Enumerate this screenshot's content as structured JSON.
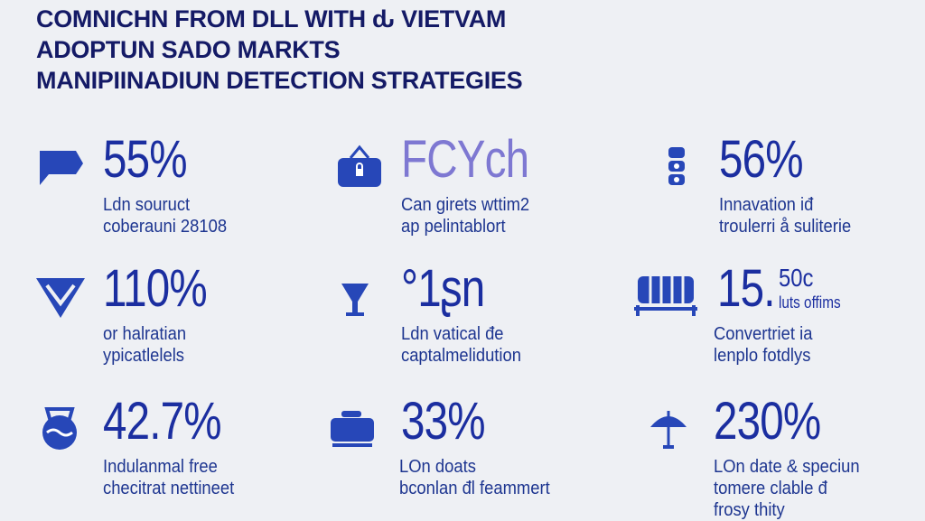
{
  "title": {
    "lines": [
      "COMNICHN FROM DLL WITH ԃ VIETVAM",
      "ADOPTUN SADO MARKTS",
      "MANIPIINADIUN DETECTION STRATEGIES"
    ]
  },
  "stats": [
    {
      "icon": "flag-icon",
      "value": "55%",
      "caption": [
        "Ldn souruct",
        "coberauni 28108"
      ]
    },
    {
      "icon": "lock-bag-icon",
      "value": "FCYch",
      "caption": [
        "Can girets wttim2",
        "ap pelintablort"
      ]
    },
    {
      "icon": "server-icon",
      "value": "56%",
      "caption": [
        "Innavation iđ",
        "troulerri å suliterie"
      ]
    },
    {
      "icon": "chevron-shield-icon",
      "value": "110%",
      "caption": [
        "or halratian",
        "ypicatlelels"
      ]
    },
    {
      "icon": "goblet-icon",
      "value": "°1ʂn",
      "caption": [
        "Ldn vatical đe",
        "captalmelidution"
      ]
    },
    {
      "icon": "barrier-icon",
      "value": "15.",
      "value_sup": "50c",
      "value_sub": "luts offims",
      "caption": [
        "Convertriet ia",
        "lenplo fotdlys"
      ]
    },
    {
      "icon": "helmet-icon",
      "value": "42.7%",
      "caption": [
        "Indulanmal free",
        "checitrat nettineet"
      ]
    },
    {
      "icon": "briefcase-icon",
      "value": "33%",
      "caption": [
        "LOn doats",
        "bconlan đl feammert"
      ]
    },
    {
      "icon": "umbrella-icon",
      "value": "230%",
      "caption": [
        "LOn date & speciun",
        "tomere clable đ",
        "frosy thity"
      ]
    }
  ],
  "colors": {
    "background": "#eef0f4",
    "title": "#141a66",
    "accent": "#1b2ea0",
    "icon": "#2747b8",
    "light": "#7e78d2"
  }
}
